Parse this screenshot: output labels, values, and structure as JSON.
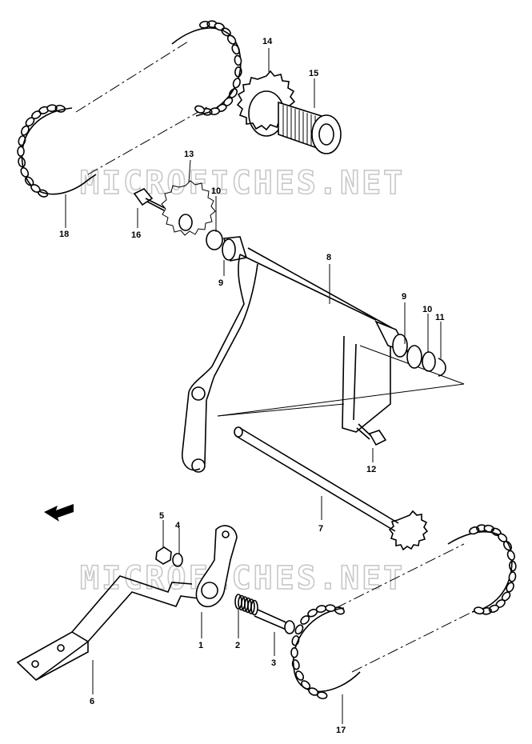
{
  "watermarks": [
    "MICROFICHES.NET",
    "MICROFICHES.NET"
  ],
  "labels": {
    "p1": "1",
    "p2": "2",
    "p3": "3",
    "p4": "4",
    "p5": "5",
    "p6": "6",
    "p7": "7",
    "p8": "8",
    "p9a": "9",
    "p9b": "9",
    "p10a": "10",
    "p10b": "10",
    "p11": "11",
    "p12": "12",
    "p13": "13",
    "p14": "14",
    "p15": "15",
    "p16": "16",
    "p17": "17",
    "p18": "18"
  }
}
